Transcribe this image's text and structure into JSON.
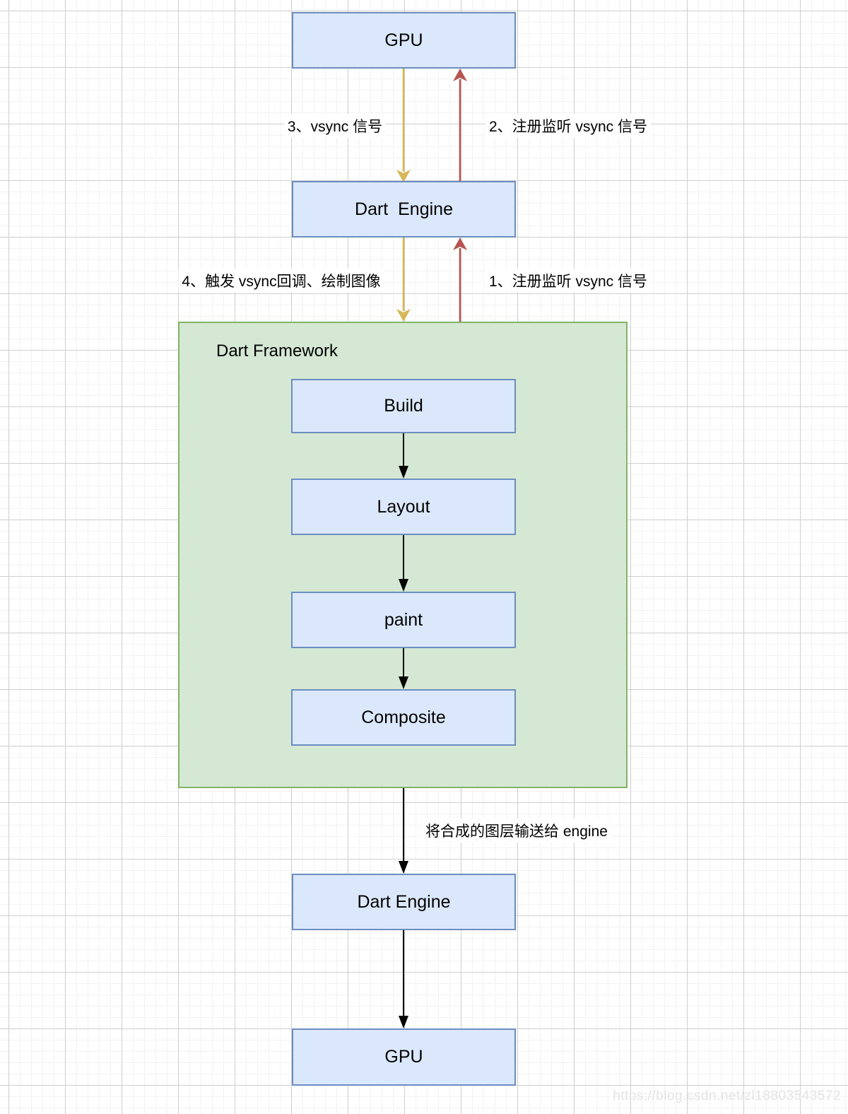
{
  "nodes": {
    "gpu_top": "GPU",
    "dart_engine_top": "Dart  Engine",
    "build": "Build",
    "layout": "Layout",
    "paint": "paint",
    "composite": "Composite",
    "dart_engine_bottom": "Dart Engine",
    "gpu_bottom": "GPU"
  },
  "group": {
    "title": "Dart Framework"
  },
  "edge_labels": {
    "vsync_signal": "3、vsync 信号",
    "register_vsync_2": "2、注册监听 vsync 信号",
    "trigger_vsync_callback": "4、触发 vsync回调、绘制图像",
    "register_vsync_1": "1、注册监听 vsync 信号",
    "send_layers_to_engine": "将合成的图层输送给 engine"
  },
  "watermark": "https://blog.csdn.net/zl18803543572",
  "colors": {
    "node_fill": "#dbe8fb",
    "node_border": "#6c8ebf",
    "group_fill": "#d5e8d4",
    "group_border": "#82b366",
    "arrow_yellow": "#d6b656",
    "arrow_red": "#b85450",
    "arrow_black": "#000000"
  }
}
